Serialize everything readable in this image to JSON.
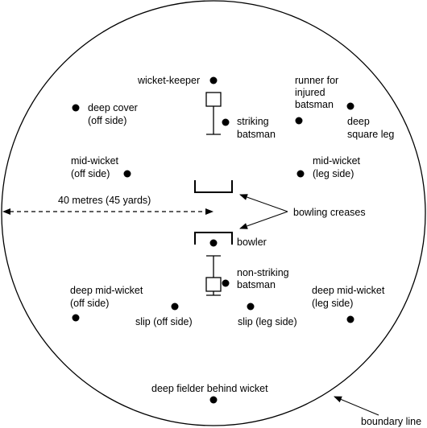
{
  "labels": {
    "wicket_keeper": "wicket-keeper",
    "runner_line1": "runner for",
    "runner_line2": "injured",
    "runner_line3": "batsman",
    "deep_cover_line1": "deep cover",
    "deep_cover_line2": "(off side)",
    "striking_line1": "striking",
    "striking_line2": "batsman",
    "deep_square_leg_line1": "deep",
    "deep_square_leg_line2": "square leg",
    "mid_wicket_off_line1": "mid-wicket",
    "mid_wicket_off_line2": "(off side)",
    "mid_wicket_leg_line1": "mid-wicket",
    "mid_wicket_leg_line2": "(leg side)",
    "distance": "40 metres (45 yards)",
    "bowling_creases": "bowling creases",
    "bowler": "bowler",
    "non_striking_line1": "non-striking",
    "non_striking_line2": "batsman",
    "deep_mid_wicket_off_line1": "deep mid-wicket",
    "deep_mid_wicket_off_line2": "(off side)",
    "deep_mid_wicket_leg_line1": "deep mid-wicket",
    "deep_mid_wicket_leg_line2": "(leg side)",
    "slip_off": "slip (off side)",
    "slip_leg": "slip (leg side)",
    "deep_fielder_behind": "deep fielder behind wicket",
    "boundary_line": "boundary line"
  },
  "colors": {
    "ink": "#000000",
    "background": "#ffffff"
  }
}
